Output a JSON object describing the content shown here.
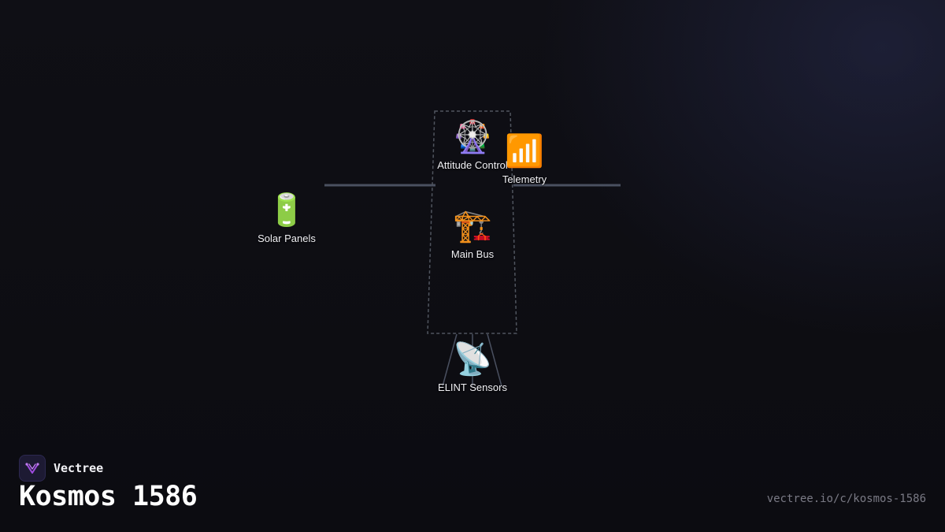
{
  "diagram": {
    "nodes": [
      {
        "id": "solar-panels",
        "label": "Solar Panels",
        "icon": "battery-icon",
        "glyph": "🔋"
      },
      {
        "id": "attitude-control",
        "label": "Attitude Control",
        "icon": "ferris-wheel-icon",
        "glyph": "🎡"
      },
      {
        "id": "telemetry",
        "label": "Telemetry",
        "icon": "signal-bars-icon",
        "glyph": "📶"
      },
      {
        "id": "main-bus",
        "label": "Main Bus",
        "icon": "construction-crane-icon",
        "glyph": "🏗️"
      },
      {
        "id": "elint-sensors",
        "label": "ELINT Sensors",
        "icon": "satellite-dish-icon",
        "glyph": "📡"
      }
    ]
  },
  "brand": {
    "name": "Vectree",
    "icon": "vectree-logo-icon"
  },
  "page": {
    "title": "Kosmos 1586",
    "url": "vectree.io/c/kosmos-1586"
  },
  "colors": {
    "background": "#0d0d12",
    "line": "#4a5060",
    "dashed": "#50555f",
    "accent": "#a04ce0"
  }
}
